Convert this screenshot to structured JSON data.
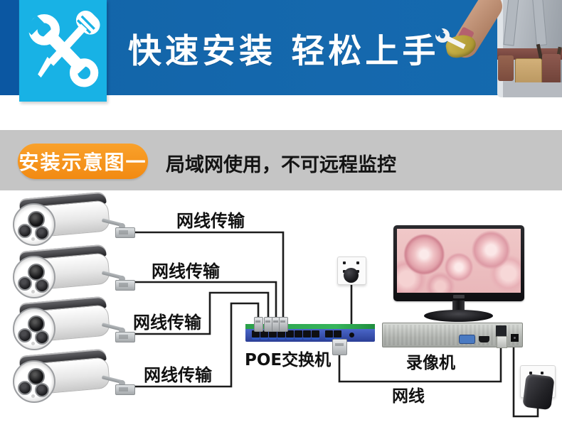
{
  "banner": {
    "title": "快速安装 轻松上手",
    "tools_icon": "wrench-screwdriver-icon",
    "colors": {
      "bg_blue": "#1568ad",
      "edge_blue": "#0b57a2",
      "icon_cyan": "#18b2e5"
    }
  },
  "section": {
    "badge": "安装示意图一",
    "heading_strong": "局域网使用，",
    "heading_rest": "不可远程监控",
    "colors": {
      "badge_orange": "#f28a12",
      "bar_gray": "#c5c5c5"
    }
  },
  "diagram": {
    "cable_labels": [
      "网线传输",
      "网线传输",
      "网线传输",
      "网线传输"
    ],
    "switch_label": "POE交换机",
    "recorder_label": "录像机",
    "net_cable_label": "网线",
    "camera_count": 4,
    "colors": {
      "switch_blue": "#2b3f96",
      "switch_green": "#2ba04a",
      "cable_black": "#1c1c1c",
      "monitor_roses_pink": "#eab9bc"
    }
  }
}
